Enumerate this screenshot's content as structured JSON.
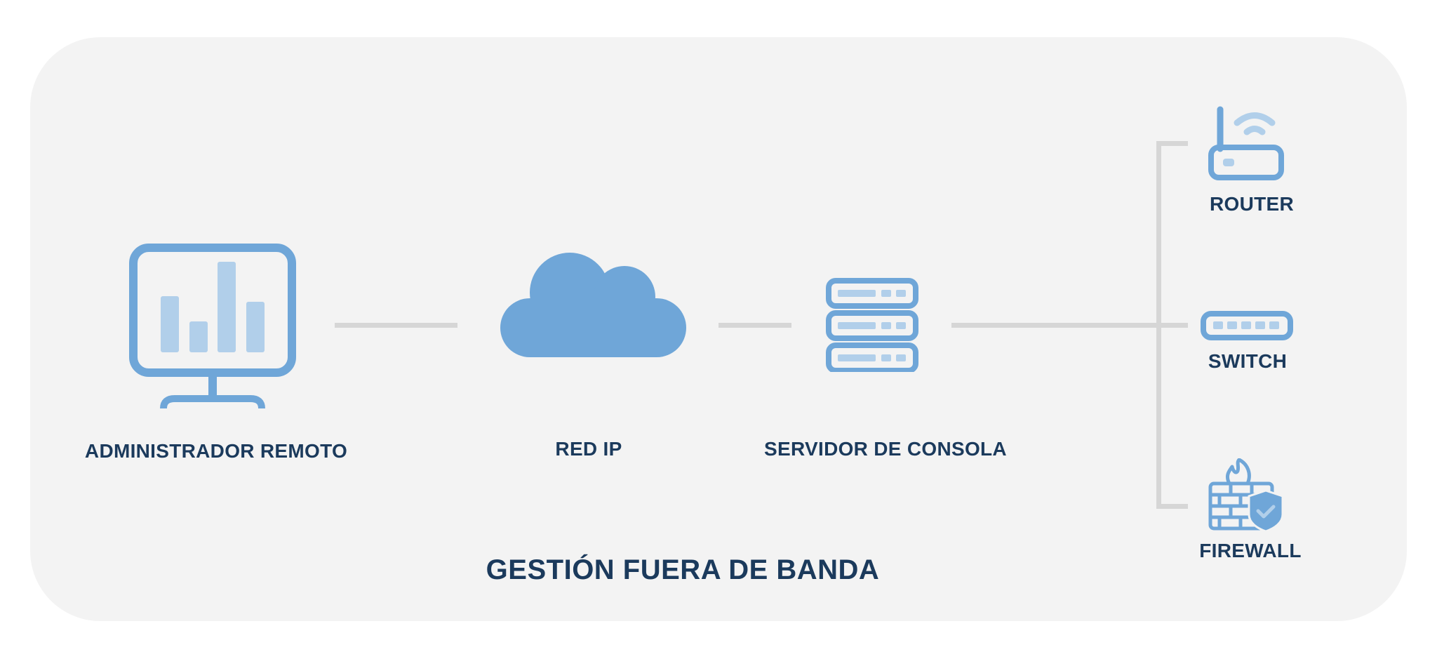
{
  "diagram": {
    "title": "GESTIÓN FUERA DE BANDA",
    "nodes": [
      {
        "id": "admin",
        "label": "ADMINISTRADOR REMOTO",
        "icon": "monitor-chart-icon"
      },
      {
        "id": "cloud",
        "label": "RED IP",
        "icon": "cloud-icon"
      },
      {
        "id": "console",
        "label": "SERVIDOR DE CONSOLA",
        "icon": "server-stack-icon"
      },
      {
        "id": "router",
        "label": "ROUTER",
        "icon": "wifi-router-icon"
      },
      {
        "id": "switch",
        "label": "SWITCH",
        "icon": "network-switch-icon"
      },
      {
        "id": "firewall",
        "label": "FIREWALL",
        "icon": "firewall-shield-icon"
      }
    ],
    "edges": [
      {
        "from": "admin",
        "to": "cloud"
      },
      {
        "from": "cloud",
        "to": "console"
      },
      {
        "from": "console",
        "to": "router"
      },
      {
        "from": "console",
        "to": "switch"
      },
      {
        "from": "console",
        "to": "firewall"
      }
    ],
    "colors": {
      "background": "#f3f3f3",
      "icon_primary": "#6fa6d8",
      "icon_secondary": "#b1cfea",
      "text": "#1b3a5c",
      "connector": "#d6d6d6"
    }
  }
}
